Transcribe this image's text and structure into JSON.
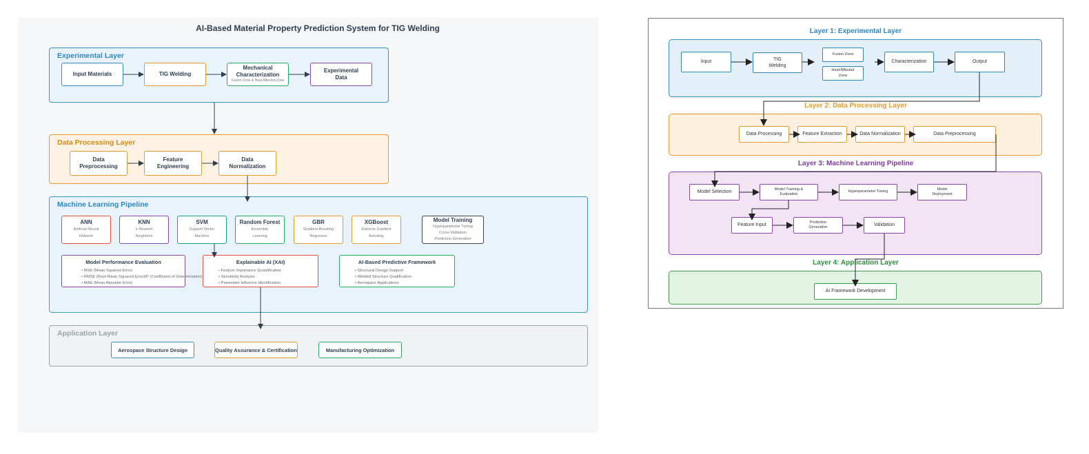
{
  "left": {
    "title": "AI-Based Material Property Prediction System for TIG Welding",
    "experimental": {
      "title": "Experimental Layer",
      "input": "Input Materials",
      "tig": "TIG Welding",
      "mech": "Mechanical Characterization",
      "mech_sub": "Fusion Zone & Heat Affected Zone",
      "exp_data": "Experimental Data"
    },
    "processing": {
      "title": "Data Processing Layer",
      "pre": "Data Preprocessing",
      "feat": "Feature Engineering",
      "norm": "Data Normalization"
    },
    "ml": {
      "title": "Machine Learning Pipeline",
      "models": [
        {
          "name": "ANN",
          "desc": "Artificial Neural Network"
        },
        {
          "name": "KNN",
          "desc": "k-Nearest Neighbors"
        },
        {
          "name": "SVM",
          "desc": "Support Vector Machine"
        },
        {
          "name": "Random Forest",
          "desc": "Ensemble Learning"
        },
        {
          "name": "GBR",
          "desc": "Gradient Boosting Regressor"
        },
        {
          "name": "XGBoost",
          "desc": "Extreme Gradient Boosting"
        }
      ],
      "training": {
        "name": "Model Training",
        "items": [
          "Hyperparameter Tuning",
          "Cross-Validation",
          "Prediction Generation"
        ]
      },
      "eval": {
        "title": "Model Performance Evaluation",
        "items": [
          "MSE (Mean Squared Error)",
          "RMSE (Root Mean Squared Error)R² (Coefficient of Determination)",
          "MAE (Mean Absolute Error)"
        ]
      },
      "xai": {
        "title": "Explainable AI (XAI)",
        "items": [
          "Feature Importance Quantification",
          "Sensitivity Analysis",
          "Parameter Influence Identification"
        ]
      },
      "framework": {
        "title": "AI-Based Predictive Framework",
        "items": [
          "Structural Design Support",
          "Welded Structure Qualification",
          "Aerospace Applications"
        ]
      }
    },
    "application": {
      "title": "Application Layer",
      "items": [
        "Aerospace Structure Design",
        "Quality Assurance & Certification",
        "Manufacturing Optimization"
      ]
    }
  },
  "right": {
    "layer1": {
      "title": "Layer 1: Experimental Layer",
      "input": "Input",
      "tig": "TIG Welding",
      "fusion": "Fusion Zone",
      "haz": "Heat Affected Zone",
      "char": "Characterization",
      "output": "Output"
    },
    "layer2": {
      "title": "Layer 2: Data Processing Layer",
      "items": [
        "Data Processing",
        "Feature Extraction",
        "Data Normalization",
        "Data Preprocessing"
      ]
    },
    "layer3": {
      "title": "Layer 3: Machine Learning Pipeline",
      "selection": "Model Selection",
      "training": "Model Training & Evaluation",
      "tuning": "Hyperparameter Tuning",
      "deploy": "Model Deployment",
      "feature": "Feature Input",
      "prediction": "Prediction Generation",
      "validation": "Validation"
    },
    "layer4": {
      "title": "Layer 4: Application Layer",
      "framework": "AI Framework Development"
    }
  },
  "colors": {
    "blue": "#2e86c1",
    "orange": "#e39b2b",
    "green": "#27ae60",
    "purple": "#8e44ad",
    "red": "#e74c3c",
    "teal": "#16a085",
    "gray": "#95a5a6",
    "dark": "#2c3e50"
  }
}
